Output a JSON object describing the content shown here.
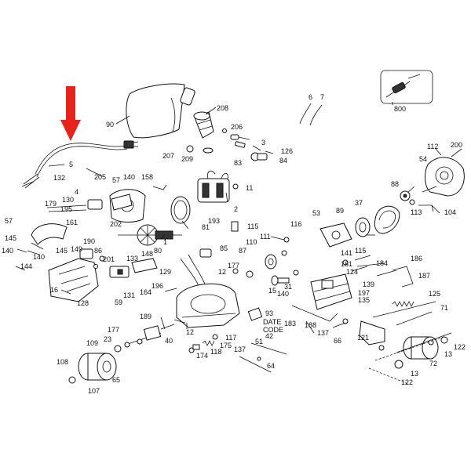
{
  "callouts": [
    {
      "id": "c90",
      "text": "90"
    },
    {
      "id": "c208",
      "text": "208"
    },
    {
      "id": "c206",
      "text": "206"
    },
    {
      "id": "c6",
      "text": "6"
    },
    {
      "id": "c7",
      "text": "7"
    },
    {
      "id": "c800",
      "text": "800"
    },
    {
      "id": "c3",
      "text": "3"
    },
    {
      "id": "c126",
      "text": "126"
    },
    {
      "id": "c84",
      "text": "84"
    },
    {
      "id": "c83",
      "text": "83"
    },
    {
      "id": "c207",
      "text": "207"
    },
    {
      "id": "c209",
      "text": "209"
    },
    {
      "id": "c112",
      "text": "112"
    },
    {
      "id": "c200",
      "text": "200"
    },
    {
      "id": "c54",
      "text": "54"
    },
    {
      "id": "c5",
      "text": "5"
    },
    {
      "id": "c132",
      "text": "132"
    },
    {
      "id": "c205",
      "text": "205"
    },
    {
      "id": "c57a",
      "text": "57"
    },
    {
      "id": "c140a",
      "text": "140"
    },
    {
      "id": "c158",
      "text": "158"
    },
    {
      "id": "c11a",
      "text": "11"
    },
    {
      "id": "c88",
      "text": "88"
    },
    {
      "id": "c4",
      "text": "4"
    },
    {
      "id": "c130",
      "text": "130"
    },
    {
      "id": "c179",
      "text": "179"
    },
    {
      "id": "c195",
      "text": "195"
    },
    {
      "id": "c2",
      "text": "2"
    },
    {
      "id": "c37",
      "text": "37"
    },
    {
      "id": "c113",
      "text": "113"
    },
    {
      "id": "c104",
      "text": "104"
    },
    {
      "id": "c57b",
      "text": "57"
    },
    {
      "id": "c161",
      "text": "161"
    },
    {
      "id": "c202",
      "text": "202"
    },
    {
      "id": "c193",
      "text": "193"
    },
    {
      "id": "c115a",
      "text": "115"
    },
    {
      "id": "c53",
      "text": "53"
    },
    {
      "id": "c89",
      "text": "89"
    },
    {
      "id": "c116",
      "text": "116"
    },
    {
      "id": "c145a",
      "text": "145"
    },
    {
      "id": "c140b",
      "text": "140"
    },
    {
      "id": "c140c",
      "text": "140"
    },
    {
      "id": "c145b",
      "text": "145"
    },
    {
      "id": "c190",
      "text": "190"
    },
    {
      "id": "c149",
      "text": "149"
    },
    {
      "id": "c86",
      "text": "86"
    },
    {
      "id": "c201",
      "text": "201"
    },
    {
      "id": "c80",
      "text": "80"
    },
    {
      "id": "c81",
      "text": "81"
    },
    {
      "id": "c111",
      "text": "111"
    },
    {
      "id": "c110",
      "text": "110"
    },
    {
      "id": "c87",
      "text": "87"
    },
    {
      "id": "c115b",
      "text": "115"
    },
    {
      "id": "c141",
      "text": "141"
    },
    {
      "id": "c186",
      "text": "186"
    },
    {
      "id": "c144",
      "text": "144"
    },
    {
      "id": "c133",
      "text": "133"
    },
    {
      "id": "c148",
      "text": "148"
    },
    {
      "id": "c1",
      "text": "1"
    },
    {
      "id": "c85",
      "text": "85"
    },
    {
      "id": "c177a",
      "text": "177"
    },
    {
      "id": "c181",
      "text": "181"
    },
    {
      "id": "c184",
      "text": "184"
    },
    {
      "id": "c187",
      "text": "187"
    },
    {
      "id": "c16",
      "text": "16"
    },
    {
      "id": "c131",
      "text": "131"
    },
    {
      "id": "c129",
      "text": "129"
    },
    {
      "id": "c164",
      "text": "164"
    },
    {
      "id": "c196",
      "text": "196"
    },
    {
      "id": "c12a",
      "text": "12"
    },
    {
      "id": "c124",
      "text": "124"
    },
    {
      "id": "c31",
      "text": "31"
    },
    {
      "id": "c139",
      "text": "139"
    },
    {
      "id": "c59",
      "text": "59"
    },
    {
      "id": "c128",
      "text": "128"
    },
    {
      "id": "c15",
      "text": "15"
    },
    {
      "id": "c140d",
      "text": "140"
    },
    {
      "id": "c197",
      "text": "197"
    },
    {
      "id": "c135",
      "text": "135"
    },
    {
      "id": "c125",
      "text": "125"
    },
    {
      "id": "c71",
      "text": "71"
    },
    {
      "id": "c93",
      "text": "93"
    },
    {
      "id": "c183",
      "text": "183"
    },
    {
      "id": "c188",
      "text": "188"
    },
    {
      "id": "c189",
      "text": "189"
    },
    {
      "id": "c12b",
      "text": "12"
    },
    {
      "id": "c177b",
      "text": "177"
    },
    {
      "id": "c51",
      "text": "51"
    },
    {
      "id": "c42",
      "text": "42"
    },
    {
      "id": "c137a",
      "text": "137"
    },
    {
      "id": "c66",
      "text": "66"
    },
    {
      "id": "c121",
      "text": "121"
    },
    {
      "id": "c23",
      "text": "23"
    },
    {
      "id": "c40",
      "text": "40"
    },
    {
      "id": "c117",
      "text": "117"
    },
    {
      "id": "c175",
      "text": "175"
    },
    {
      "id": "c109",
      "text": "109"
    },
    {
      "id": "c118",
      "text": "118"
    },
    {
      "id": "c174",
      "text": "174"
    },
    {
      "id": "c137b",
      "text": "137"
    },
    {
      "id": "c64",
      "text": "64"
    },
    {
      "id": "c122a",
      "text": "122"
    },
    {
      "id": "c13a",
      "text": "13"
    },
    {
      "id": "c72",
      "text": "72"
    },
    {
      "id": "c108",
      "text": "108"
    },
    {
      "id": "c65",
      "text": "65"
    },
    {
      "id": "c107",
      "text": "107"
    },
    {
      "id": "c13b",
      "text": "13"
    },
    {
      "id": "c122b",
      "text": "122"
    }
  ],
  "date_code": {
    "line1": "DATE",
    "line2": "CODE"
  },
  "colors": {
    "arrow": "#e8231c",
    "ink": "#111111"
  }
}
